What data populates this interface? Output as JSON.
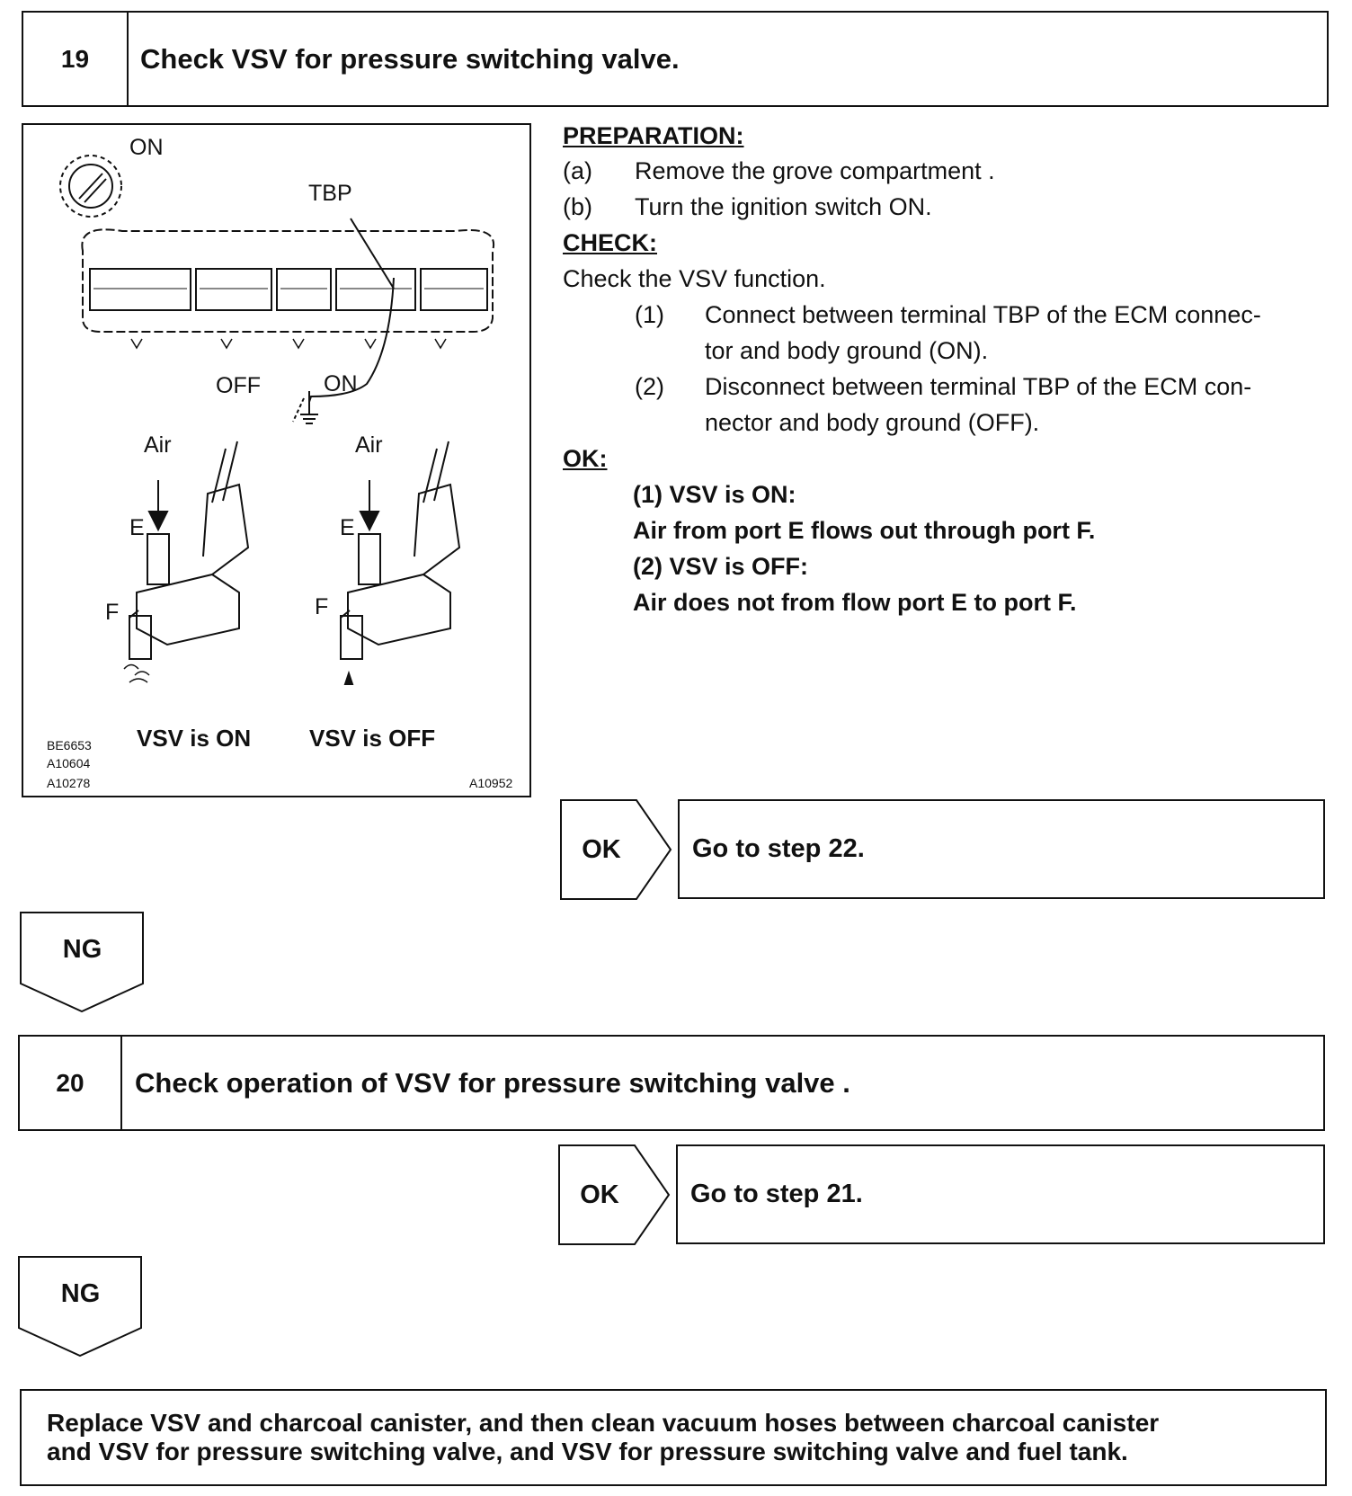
{
  "step19": {
    "number": "19",
    "title": "Check VSV for pressure switching valve."
  },
  "diagram": {
    "labels": {
      "on_top": "ON",
      "tbp": "TBP",
      "off": "OFF",
      "on_ground": "ON",
      "air_left": "Air",
      "air_right": "Air",
      "e_left": "E",
      "e_right": "E",
      "f_left": "F",
      "f_right": "F",
      "caption_on": "VSV is ON",
      "caption_off": "VSV is OFF"
    },
    "codes": {
      "code1": "BE6653",
      "code2": "A10604",
      "code3": "A10278",
      "code4": "A10952"
    }
  },
  "instructions": {
    "preparation_header": "PREPARATION:",
    "prep_a_label": "(a)",
    "prep_a_text": "Remove the grove compartment .",
    "prep_b_label": "(b)",
    "prep_b_text": "Turn the ignition switch ON.",
    "check_header": "CHECK:",
    "check_intro": "Check the VSV function.",
    "check_1_label": "(1)",
    "check_1_line1": "Connect between terminal TBP of the ECM connec-",
    "check_1_line2": "tor and body ground (ON).",
    "check_2_label": "(2)",
    "check_2_line1": "Disconnect between terminal TBP of the ECM con-",
    "check_2_line2": "nector and body ground (OFF).",
    "ok_header": "OK:",
    "ok_1": "(1) VSV is ON:",
    "ok_2": "Air from port E flows out through port F.",
    "ok_3": "(2) VSV is OFF:",
    "ok_4": "Air does not from flow port E to port F."
  },
  "result19": {
    "ok_label": "OK",
    "ok_target": "Go to step 22.",
    "ng_label": "NG"
  },
  "step20": {
    "number": "20",
    "title": "Check operation of VSV for pressure switching valve ."
  },
  "result20": {
    "ok_label": "OK",
    "ok_target": "Go to step 21.",
    "ng_label": "NG"
  },
  "final_action": {
    "line1": "Replace VSV and charcoal canister, and then clean vacuum hoses between charcoal canister",
    "line2": "and VSV for pressure switching valve, and VSV for pressure switching valve and fuel tank."
  }
}
